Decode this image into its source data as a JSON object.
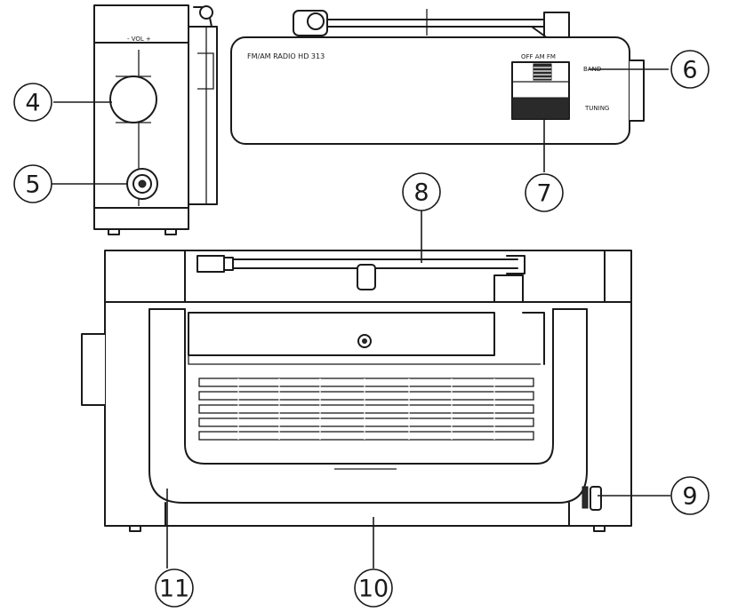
{
  "callouts": {
    "c4": "4",
    "c5": "5",
    "c6": "6",
    "c7": "7",
    "c8": "8",
    "c9": "9",
    "c10": "10",
    "c11": "11"
  },
  "panel_labels": {
    "model": "FM/AM RADIO HD 313",
    "band_positions": "OFF AM FM",
    "band": "BAND",
    "tuning": "TUNING",
    "volume": "- VOL +"
  }
}
